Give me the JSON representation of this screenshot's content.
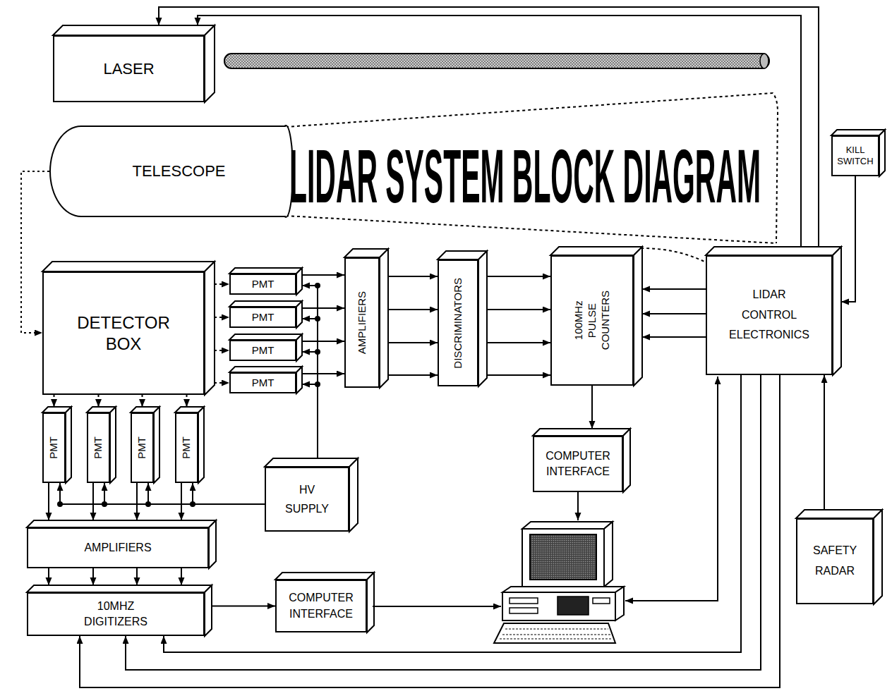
{
  "diagram": {
    "title": "LIDAR SYSTEM BLOCK DIAGRAM",
    "nodes": [
      {
        "text": [
          "LASER"
        ]
      },
      {
        "text": [
          "KILL SWITCH"
        ]
      },
      {
        "text": [
          "TELESCOPE"
        ]
      },
      {
        "text": [
          "DETECTOR BOX"
        ]
      },
      {
        "text": [
          "PMT"
        ]
      },
      {
        "text": [
          "PMT"
        ]
      },
      {
        "text": [
          "PMT"
        ]
      },
      {
        "text": [
          "PMT"
        ]
      },
      {
        "text": [
          "AMPLIFIERS"
        ]
      },
      {
        "text": [
          "DISCRIMINATORS"
        ]
      },
      {
        "text": [
          "100MHz PULSE COUNTERS"
        ]
      },
      {
        "text": [
          "LIDAR CONTROL ELECTRONICS"
        ]
      },
      {
        "text": [
          "PMT"
        ]
      },
      {
        "text": [
          "PMT"
        ]
      },
      {
        "text": [
          "PMT"
        ]
      },
      {
        "text": [
          "PMT"
        ]
      },
      {
        "text": [
          "HV SUPPLY"
        ]
      },
      {
        "text": [
          "COMPUTER INTERFACE"
        ]
      },
      {
        "text": [
          "AMPLIFIERS"
        ]
      },
      {
        "text": [
          "10MHZ DIGITIZERS"
        ]
      },
      {
        "text": [
          "COMPUTER INTERFACE"
        ]
      },
      {
        "text": [
          "SAFETY RADAR"
        ]
      }
    ],
    "edges": [
      {
        "from": 11,
        "to": 0,
        "arrow": "to"
      },
      {
        "from": 11,
        "to": 0,
        "arrow": "to"
      },
      {
        "from": 1,
        "to": 11,
        "arrow": "to"
      },
      {
        "from": 2,
        "to": 3,
        "arrow": "to"
      },
      {
        "from": 3,
        "to": 4,
        "arrow": "to"
      },
      {
        "from": 3,
        "to": 5,
        "arrow": "to"
      },
      {
        "from": 3,
        "to": 6,
        "arrow": "to"
      },
      {
        "from": 3,
        "to": 7,
        "arrow": "to"
      },
      {
        "from": 3,
        "to": 12,
        "arrow": "to"
      },
      {
        "from": 3,
        "to": 13,
        "arrow": "to"
      },
      {
        "from": 3,
        "to": 14,
        "arrow": "to"
      },
      {
        "from": 3,
        "to": 15,
        "arrow": "to"
      },
      {
        "from": 4,
        "to": 8,
        "arrow": "to"
      },
      {
        "from": 5,
        "to": 8,
        "arrow": "to"
      },
      {
        "from": 6,
        "to": 8,
        "arrow": "to"
      },
      {
        "from": 7,
        "to": 8,
        "arrow": "to"
      },
      {
        "from": 8,
        "to": 9,
        "arrow": "to"
      },
      {
        "from": 8,
        "to": 9,
        "arrow": "to"
      },
      {
        "from": 8,
        "to": 9,
        "arrow": "to"
      },
      {
        "from": 8,
        "to": 9,
        "arrow": "to"
      },
      {
        "from": 9,
        "to": 10,
        "arrow": "to"
      },
      {
        "from": 9,
        "to": 10,
        "arrow": "to"
      },
      {
        "from": 9,
        "to": 10,
        "arrow": "to"
      },
      {
        "from": 9,
        "to": 10,
        "arrow": "to"
      },
      {
        "from": 11,
        "to": 10,
        "arrow": "to"
      },
      {
        "from": 11,
        "to": 10,
        "arrow": "to"
      },
      {
        "from": 11,
        "to": 10,
        "arrow": "to"
      },
      {
        "from": 10,
        "to": 17,
        "arrow": "to"
      },
      {
        "from": 21,
        "to": 11,
        "arrow": "to"
      },
      {
        "from": 11,
        "to": 19,
        "arrow": "to"
      },
      {
        "from": 11,
        "to": 19,
        "arrow": "to"
      },
      {
        "from": 11,
        "to": 19,
        "arrow": "to"
      },
      {
        "from": 16,
        "to": 4,
        "arrow": "to"
      },
      {
        "from": 16,
        "to": 5,
        "arrow": "to"
      },
      {
        "from": 16,
        "to": 6,
        "arrow": "to"
      },
      {
        "from": 16,
        "to": 7,
        "arrow": "to"
      },
      {
        "from": 16,
        "to": 12,
        "arrow": "to"
      },
      {
        "from": 16,
        "to": 13,
        "arrow": "to"
      },
      {
        "from": 16,
        "to": 14,
        "arrow": "to"
      },
      {
        "from": 16,
        "to": 15,
        "arrow": "to"
      },
      {
        "from": 12,
        "to": 18,
        "arrow": "to"
      },
      {
        "from": 13,
        "to": 18,
        "arrow": "to"
      },
      {
        "from": 14,
        "to": 18,
        "arrow": "to"
      },
      {
        "from": 15,
        "to": 18,
        "arrow": "to"
      },
      {
        "from": 18,
        "to": 19,
        "arrow": "to"
      },
      {
        "from": 18,
        "to": 19,
        "arrow": "to"
      },
      {
        "from": 18,
        "to": 19,
        "arrow": "to"
      },
      {
        "from": 18,
        "to": 19,
        "arrow": "to"
      },
      {
        "from": 19,
        "to": 20,
        "arrow": "to"
      }
    ]
  }
}
